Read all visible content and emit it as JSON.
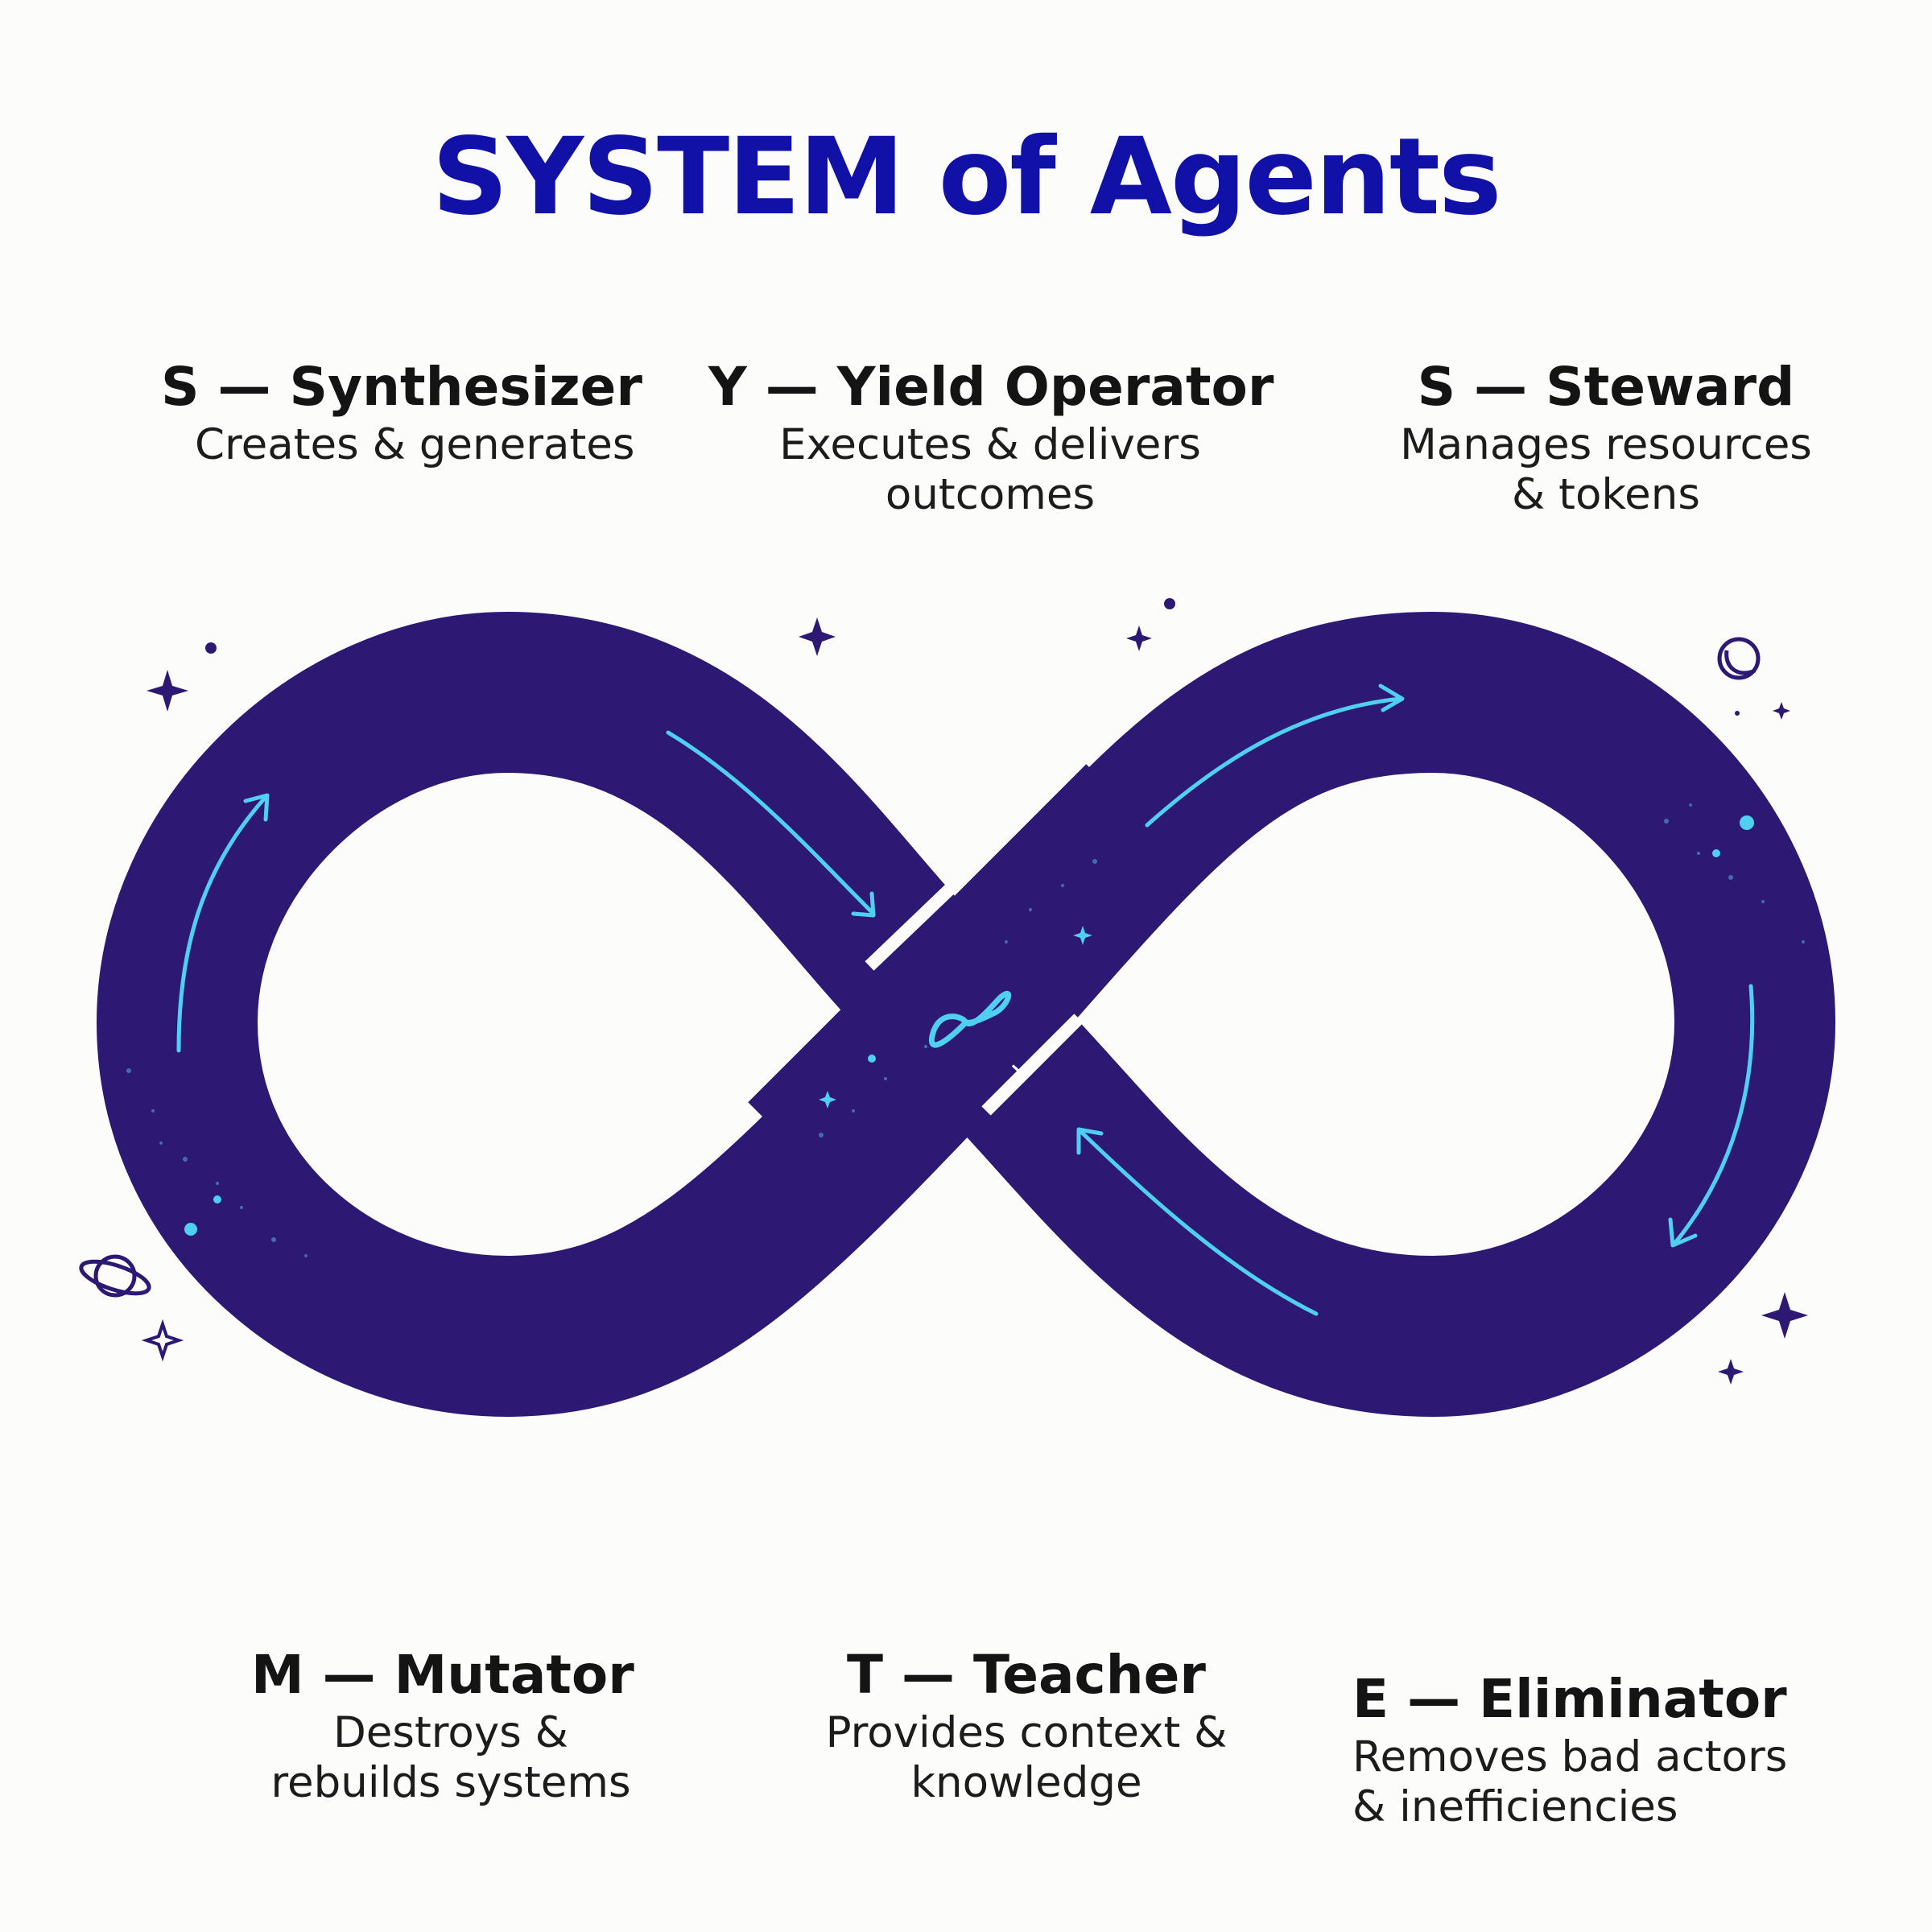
{
  "title": "SYSTEM of Agents",
  "agents": [
    {
      "name": "S — Synthesizer",
      "desc": [
        "Creates & generates"
      ]
    },
    {
      "name": "Y — Yield Operator",
      "desc": [
        "Executes & delivers",
        "outcomes"
      ]
    },
    {
      "name": "S — Steward",
      "desc": [
        "Manages resources",
        "& tokens"
      ]
    },
    {
      "name": "M — Mutator",
      "desc": [
        "Destroys &",
        "rebuilds systems"
      ]
    },
    {
      "name": "T — Teacher",
      "desc": [
        "Provides context &",
        "knowledge"
      ]
    },
    {
      "name": "E — Eliminator",
      "desc": [
        "Removes bad actors",
        "& inefficiencies"
      ]
    }
  ],
  "colors": {
    "title": "#1111a8",
    "loop": "#2d1873",
    "arrow": "#4fd0f0",
    "sparkle": "#2d1873"
  },
  "icons": [
    "infinity-icon",
    "sparkle-icon",
    "planet-icon",
    "moon-icon",
    "arrow-icon"
  ]
}
